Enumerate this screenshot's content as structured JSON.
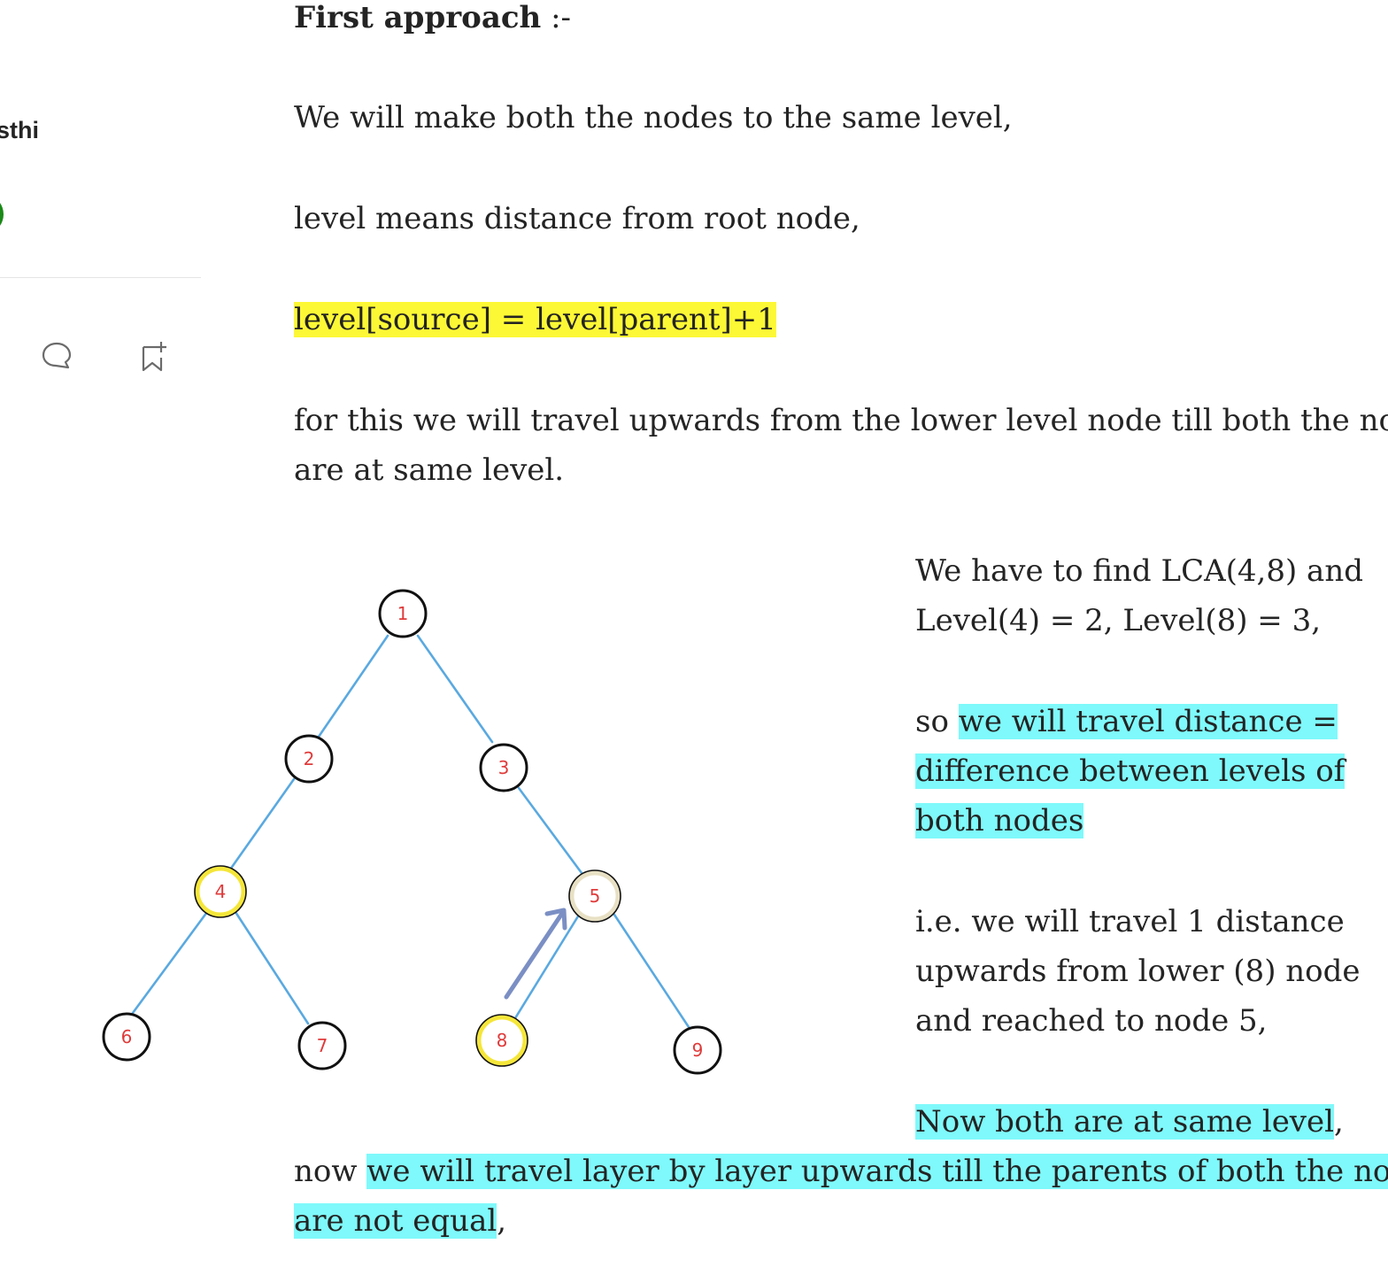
{
  "sidebar": {
    "author_name_fragment": "sthi",
    "icons": [
      "comment-icon",
      "bookmark-add-icon"
    ]
  },
  "article": {
    "heading_bold": "First approach",
    "heading_suffix": " :-",
    "para_same_level": "We will make both the nodes to the same level,",
    "para_level_means": "level means distance from root node,",
    "formula": "level[source] = level[parent]+1",
    "para_travel_line1": "for this we will travel upwards from the lower level node till both the nodes",
    "para_travel_line2": "are at same level.",
    "side_find_line1": "We have to find LCA(4,8) and",
    "side_find_line2": "Level(4) = 2, Level(8) = 3,",
    "side_so_prefix": "so ",
    "side_so_hl1": "we will travel distance =",
    "side_so_hl2": "difference between levels of",
    "side_so_hl3": "both nodes",
    "side_ie_line1": "i.e. we will travel 1 distance",
    "side_ie_line2": "upwards from lower (8) node",
    "side_ie_line3": "and reached to node 5,",
    "side_now_hl": "Now both are at same level",
    "side_now_suffix": ",",
    "now_prefix": "now ",
    "now_hl1": "we will travel layer by layer upwards till the parents of both the nodes",
    "now_hl2": "are not equal",
    "now_suffix": ","
  },
  "tree": {
    "nodes": [
      "1",
      "2",
      "3",
      "4",
      "5",
      "6",
      "7",
      "8",
      "9"
    ],
    "highlighted_nodes": [
      "4",
      "8"
    ],
    "edge_color": "#5aa9e0",
    "label_color": "#e03a3a",
    "highlight_color": "#f5e63a",
    "arrow_color": "#7b8fc4"
  },
  "colors": {
    "highlight_yellow": "#fdf835",
    "highlight_cyan": "#7ff9fb",
    "follow_green": "#1a8917"
  }
}
